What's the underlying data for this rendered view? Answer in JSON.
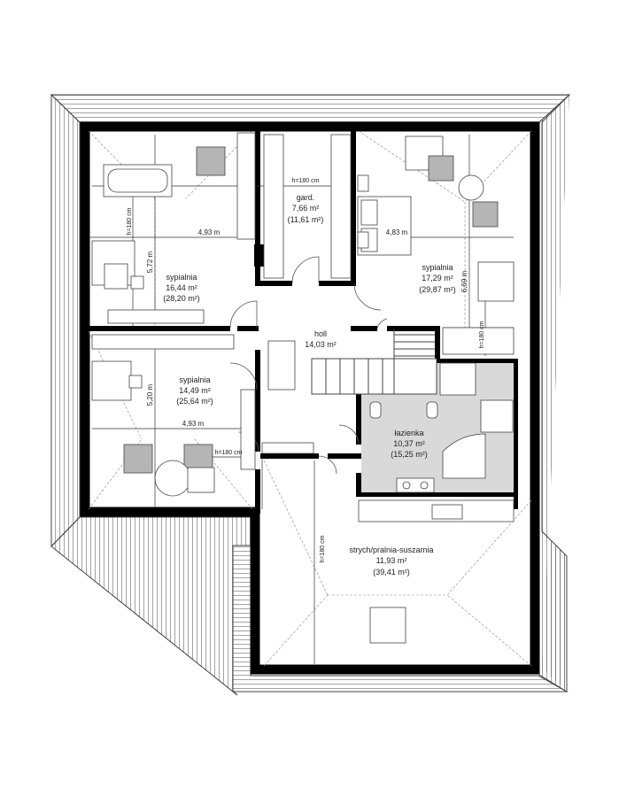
{
  "rooms": {
    "bedroom_1": {
      "name": "sypialnia",
      "area": "16,44 m²",
      "area2": "(28,20 m²)"
    },
    "wardrobe": {
      "name": "gard.",
      "area": "7,66 m²",
      "area2": "(11,61 m²)"
    },
    "bedroom_2": {
      "name": "sypialnia",
      "area": "17,29 m²",
      "area2": "(29,87 m²)"
    },
    "hall": {
      "name": "holl",
      "area": "14,03 m²"
    },
    "bedroom_3": {
      "name": "sypialnia",
      "area": "14,49 m²",
      "area2": "(25,64 m²)"
    },
    "bathroom": {
      "name": "łazienka",
      "area": "10,37 m²",
      "area2": "(15,25 m²)"
    },
    "attic": {
      "name": "strych/pralnia-suszarnia",
      "area": "11,93 m²",
      "area2": "(39,41 m²)"
    }
  },
  "dimensions": {
    "bedroom_1_width": "4,93 m",
    "bedroom_1_depth": "5,72 m",
    "bedroom_2_width": "4,83 m",
    "bedroom_2_depth": "6,69 m",
    "bedroom_3_width": "4,93 m",
    "bedroom_3_depth": "5,20 m"
  },
  "height_lines": {
    "wardrobe_top": "h=180 cm",
    "bedroom_1_left": "h=180 cm",
    "bedroom_2_right": "h=180 cm",
    "bedroom_3_bottom": "h=180 cm",
    "attic_left": "h=180 cm"
  },
  "colors": {
    "wall": "#000000",
    "roof_hatch": "#555555",
    "bathroom_fill": "#d9d9d9",
    "furniture_fill": "#b5b5b5",
    "line": "#444444"
  }
}
